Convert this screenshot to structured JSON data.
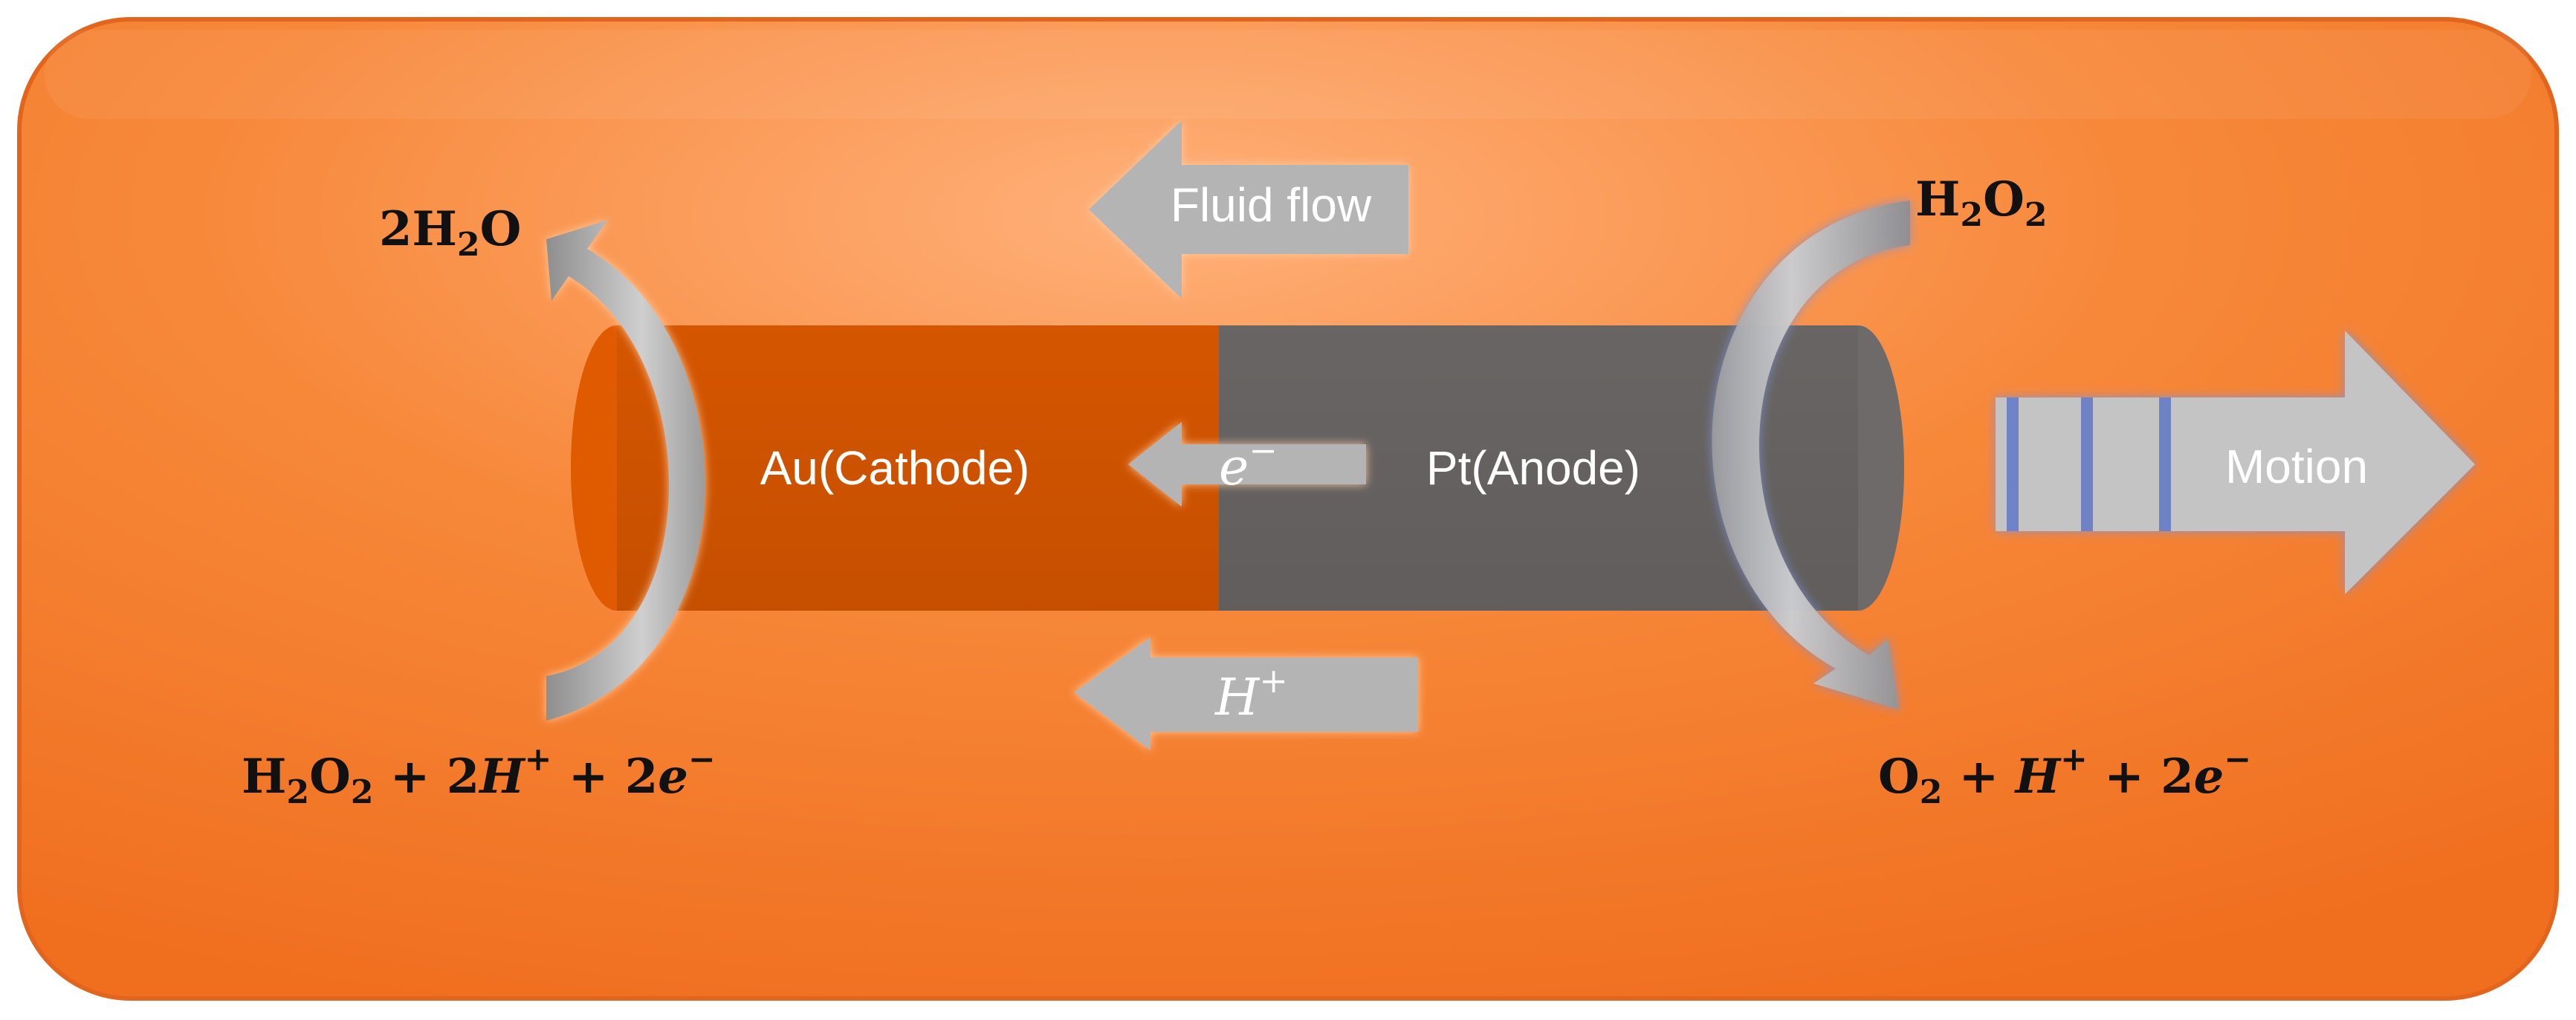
{
  "diagram": {
    "colors": {
      "panel": "#f47a2c",
      "gold_segment": "#e05a00",
      "platinum_segment": "#6e6a69",
      "arrow": "#b4b4b4",
      "arrow_outline": "#7a8fcf",
      "label_text": "#ffffff",
      "equation_text": "#111111"
    },
    "labels": {
      "cathode": "Au(Cathode)",
      "anode": "Pt(Anode)",
      "fluid_flow": "Fluid flow",
      "motion": "Motion",
      "electron_symbol": "e",
      "electron_charge": "−",
      "proton_symbol": "H",
      "proton_charge": "+"
    },
    "left_reaction": {
      "product": {
        "coef": "2H",
        "sub": "2",
        "tail": "O"
      },
      "reactants": {
        "p1": "H",
        "s1": "2",
        "p2": "O",
        "s2": "2",
        "p3": " + 2",
        "p4": "H",
        "sup4": "+",
        "p5": " + 2",
        "p6": "e",
        "sup6": "−"
      }
    },
    "right_reaction": {
      "reactant": {
        "p1": "H",
        "s1": "2",
        "p2": "O",
        "s2": "2"
      },
      "products": {
        "p1": "O",
        "s1": "2",
        "p2": " + ",
        "p3": "H",
        "sup3": "+",
        "p4": " + 2",
        "p5": "e",
        "sup5": "−"
      }
    }
  }
}
